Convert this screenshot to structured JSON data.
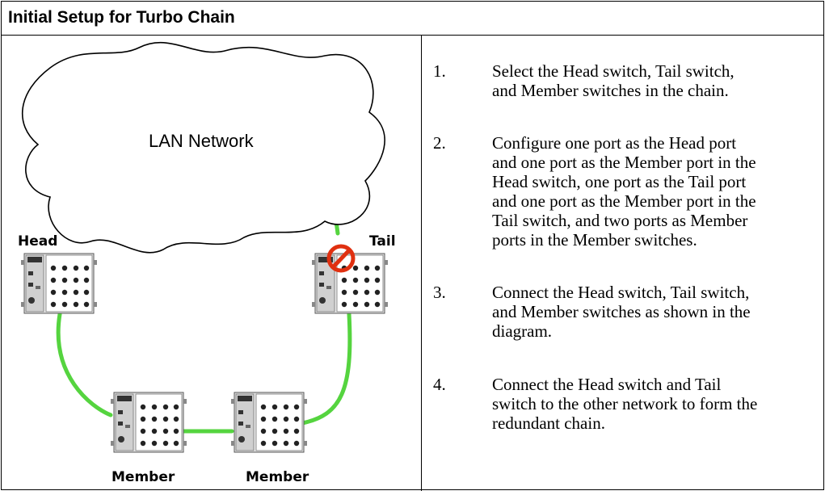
{
  "title": "Initial Setup for Turbo Chain",
  "diagram": {
    "cloud_label": "LAN Network",
    "head_label": "Head",
    "tail_label": "Tail",
    "member_label": "Member",
    "link_color": "#55d43f",
    "blocked_color": "#e03010",
    "icons": [
      "cloud-icon",
      "switch-icon",
      "prohibited-icon"
    ]
  },
  "steps": [
    {
      "num": "1.",
      "lines": [
        "Select the Head switch, Tail switch,",
        "and Member switches in the chain."
      ]
    },
    {
      "num": "2.",
      "lines": [
        "Configure one port as the Head port",
        "and one port as the Member port in the",
        "Head switch, one port as the Tail port",
        "and one port as the Member port in the",
        "Tail switch, and two ports as Member",
        "ports in the Member switches."
      ]
    },
    {
      "num": "3.",
      "lines": [
        "Connect the Head switch, Tail switch,",
        "and Member switches as shown in the",
        "diagram."
      ]
    },
    {
      "num": "4.",
      "lines": [
        "Connect the Head switch and Tail",
        "switch to the other network to form the",
        "redundant chain."
      ]
    }
  ]
}
